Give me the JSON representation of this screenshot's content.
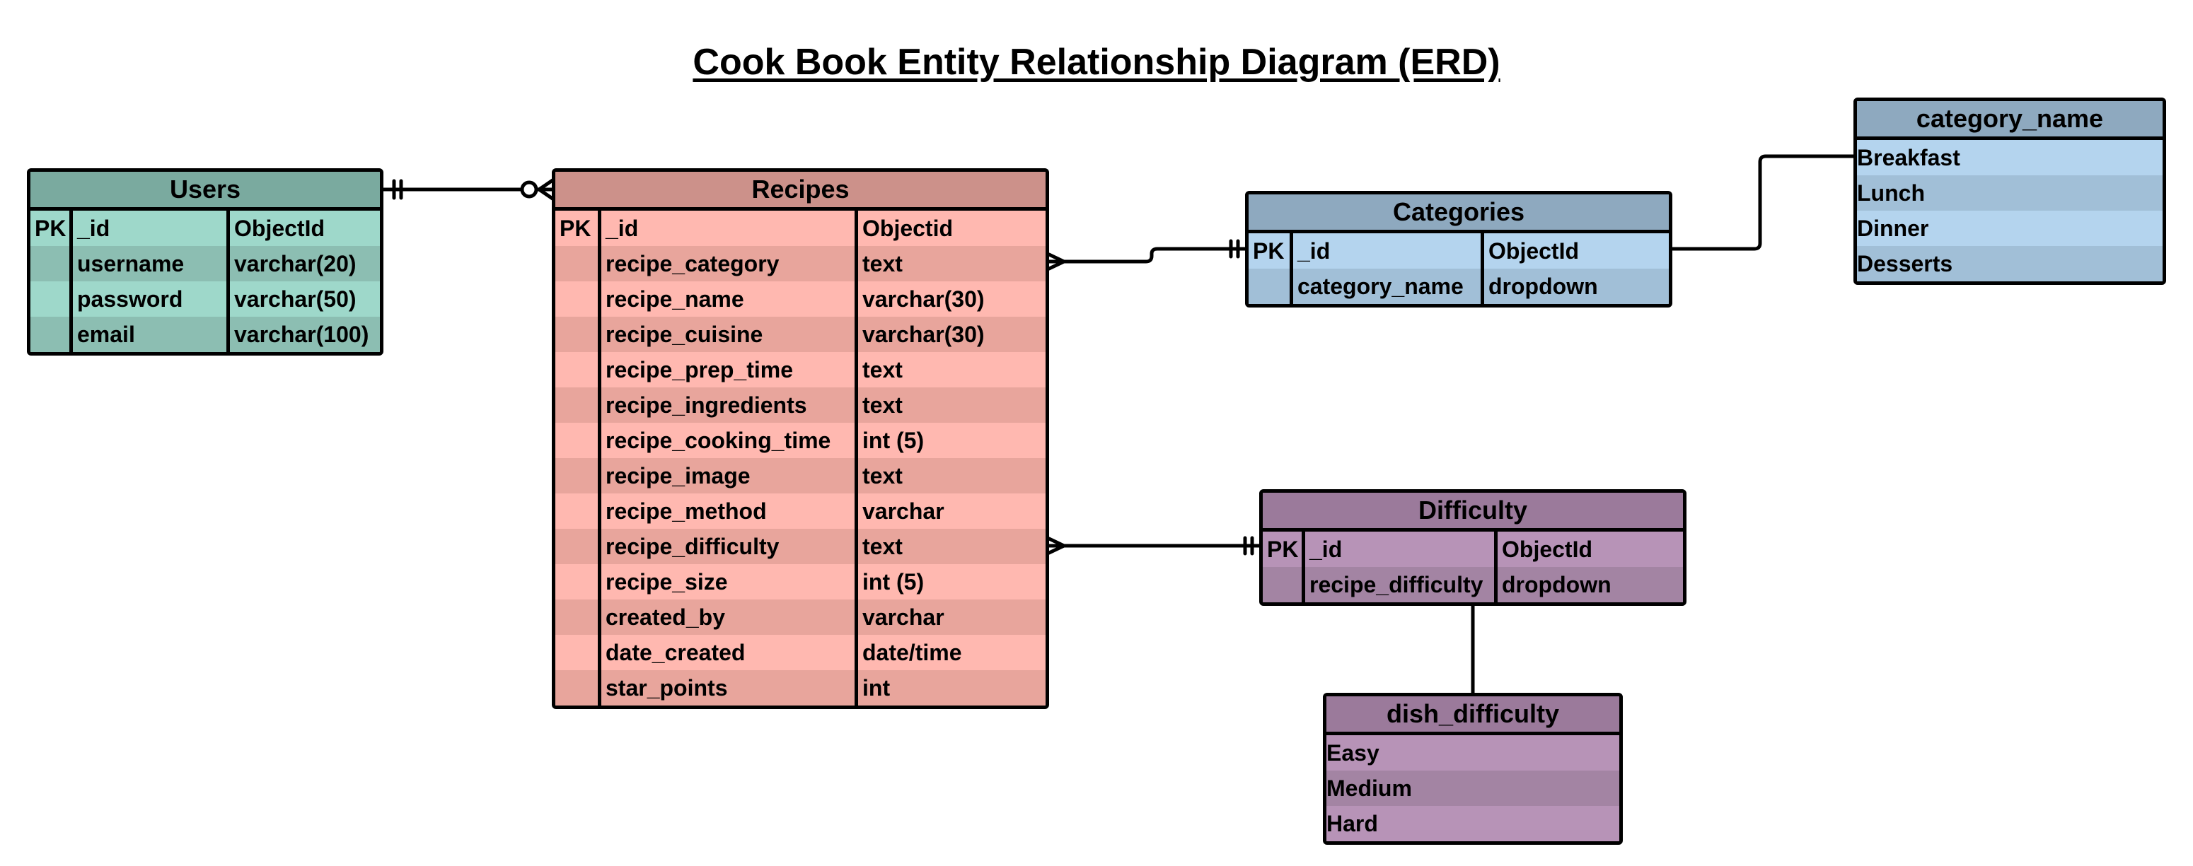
{
  "title": "Cook Book Entity Relationship Diagram (ERD)",
  "colors": {
    "users_header": "#7aaa9f",
    "users_a": "#9ed8ca",
    "users_b": "#8cbeb2",
    "recipes_header": "#cc918a",
    "recipes_a": "#ffb8b0",
    "recipes_b": "#e8a59c",
    "categories_header": "#8ea9bf",
    "categories_a": "#b4d4ee",
    "categories_b": "#a1bfd7",
    "difficulty_header": "#9b7a9b",
    "difficulty_a": "#b793b7",
    "difficulty_b": "#a384a3"
  },
  "entities": {
    "users": {
      "name": "Users",
      "rows": [
        {
          "key": "PK",
          "field": "_id",
          "type": "ObjectId"
        },
        {
          "key": "",
          "field": "username",
          "type": "varchar(20)"
        },
        {
          "key": "",
          "field": "password",
          "type": "varchar(50)"
        },
        {
          "key": "",
          "field": "email",
          "type": "varchar(100)"
        }
      ]
    },
    "recipes": {
      "name": "Recipes",
      "rows": [
        {
          "key": "PK",
          "field": "_id",
          "type": "Objectid"
        },
        {
          "key": "",
          "field": "recipe_category",
          "type": "text"
        },
        {
          "key": "",
          "field": "recipe_name",
          "type": "varchar(30)"
        },
        {
          "key": "",
          "field": "recipe_cuisine",
          "type": "varchar(30)"
        },
        {
          "key": "",
          "field": "recipe_prep_time",
          "type": "text"
        },
        {
          "key": "",
          "field": "recipe_ingredients",
          "type": "text"
        },
        {
          "key": "",
          "field": "recipe_cooking_time",
          "type": "int (5)"
        },
        {
          "key": "",
          "field": "recipe_image",
          "type": "text"
        },
        {
          "key": "",
          "field": "recipe_method",
          "type": "varchar"
        },
        {
          "key": "",
          "field": "recipe_difficulty",
          "type": "text"
        },
        {
          "key": "",
          "field": "recipe_size",
          "type": "int (5)"
        },
        {
          "key": "",
          "field": "created_by",
          "type": "varchar"
        },
        {
          "key": "",
          "field": "date_created",
          "type": "date/time"
        },
        {
          "key": "",
          "field": "star_points",
          "type": "int"
        }
      ]
    },
    "categories": {
      "name": "Categories",
      "rows": [
        {
          "key": "PK",
          "field": "_id",
          "type": "ObjectId"
        },
        {
          "key": "",
          "field": "category_name",
          "type": "dropdown"
        }
      ]
    },
    "category_name": {
      "name": "category_name",
      "items": [
        "Breakfast",
        "Lunch",
        "Dinner",
        "Desserts"
      ]
    },
    "difficulty": {
      "name": "Difficulty",
      "rows": [
        {
          "key": "PK",
          "field": "_id",
          "type": "ObjectId"
        },
        {
          "key": "",
          "field": "recipe_difficulty",
          "type": "dropdown"
        }
      ]
    },
    "dish_difficulty": {
      "name": "dish_difficulty",
      "items": [
        "Easy",
        "Medium",
        "Hard"
      ]
    }
  },
  "relationships": [
    {
      "from": "users",
      "to": "recipes",
      "from_end": "one-and-only-one",
      "to_end": "zero-or-many"
    },
    {
      "from": "recipes",
      "to": "categories",
      "from_end": "many",
      "to_end": "one-and-only-one"
    },
    {
      "from": "categories",
      "to": "category_name",
      "from_end": "none",
      "to_end": "none"
    },
    {
      "from": "recipes",
      "to": "difficulty",
      "from_end": "many",
      "to_end": "one-and-only-one"
    },
    {
      "from": "difficulty",
      "to": "dish_difficulty",
      "from_end": "none",
      "to_end": "none"
    }
  ]
}
